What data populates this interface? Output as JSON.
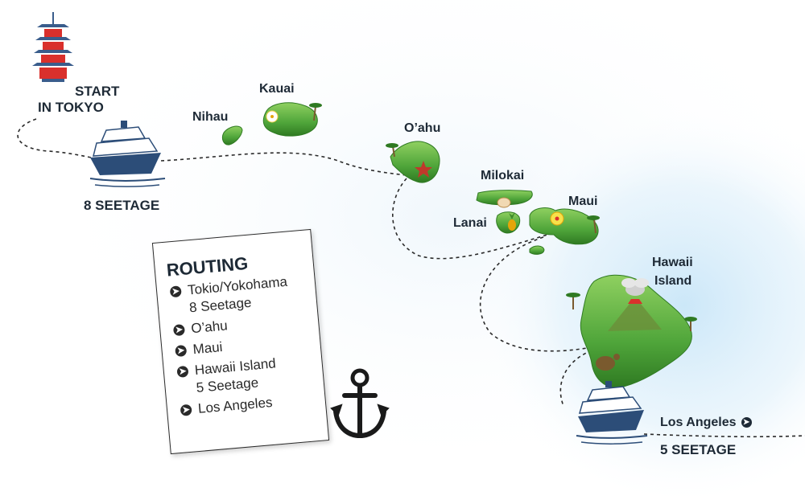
{
  "labels": {
    "start": "START",
    "in_tokyo": "IN TOKYO",
    "seetage_8": "8 SEETAGE",
    "kauai": "Kauai",
    "nihau": "Nihau",
    "oahu": "O’ahu",
    "milokai": "Milokai",
    "lanai": "Lanai",
    "maui": "Maui",
    "hawaii": "Hawaii",
    "island": "Island",
    "los_angeles": "Los Angeles",
    "seetage_5": "5 SEETAGE"
  },
  "icons": {
    "pagoda": "pagoda-icon",
    "cruise_ship": "cruise-ship-icon",
    "anchor": "anchor-icon",
    "palm": "palm-tree-icon",
    "flower": "hibiscus-icon",
    "starfish": "starfish-icon",
    "shell": "shell-icon",
    "pineapple": "pineapple-icon",
    "volcano": "volcano-icon",
    "turtle": "turtle-icon",
    "arrow": "arrow-right-circle-icon"
  },
  "routing": {
    "title": "ROUTING",
    "items": [
      {
        "label": "Tokio/Yokohama",
        "sub": "8 Seetage"
      },
      {
        "label": "O’ahu",
        "sub": ""
      },
      {
        "label": "Maui",
        "sub": ""
      },
      {
        "label": "Hawaii Island",
        "sub": "5 Seetage"
      },
      {
        "label": "Los Angeles",
        "sub": ""
      }
    ]
  },
  "colors": {
    "island_green": "#4fa53a",
    "island_dark": "#2f7a22",
    "island_light": "#8fd060",
    "ocean_glow": "#cfe8f8",
    "text": "#1e2a36",
    "pagoda_red": "#d9302c",
    "pagoda_roof": "#3a5d8c",
    "ship_blue": "#2c4d78",
    "route": "#2a2a2a"
  }
}
